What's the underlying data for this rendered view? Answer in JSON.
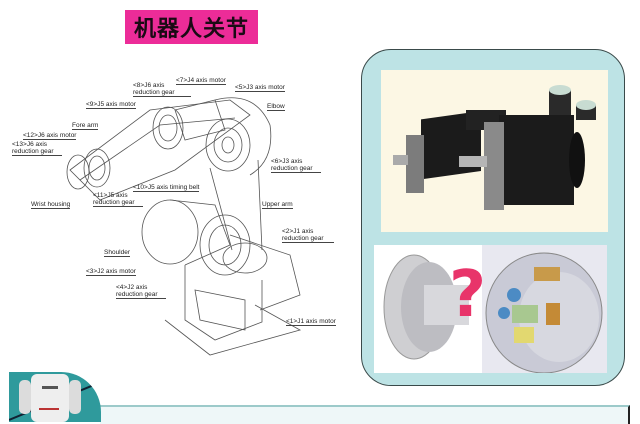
{
  "slide": {
    "title": "机器人关节",
    "title_bg_color": "#ec2c98",
    "panel_bg_color": "#bde3e5"
  },
  "diagram": {
    "labels": [
      {
        "id": "j6-reduction-gear-8",
        "text": "<8>J6 axis reduction gear"
      },
      {
        "id": "j4-axis-motor-7",
        "text": "<7>J4 axis motor"
      },
      {
        "id": "j3-axis-motor-5",
        "text": "<5>J3 axis motor"
      },
      {
        "id": "j5-axis-motor-9",
        "text": "<9>J5 axis motor"
      },
      {
        "id": "elbow",
        "text": "Elbow"
      },
      {
        "id": "fore-arm",
        "text": "Fore arm"
      },
      {
        "id": "j6-axis-motor-12",
        "text": "<12>J6 axis motor"
      },
      {
        "id": "j6-reduction-gear-13",
        "text": "<13>J6 axis reduction gear"
      },
      {
        "id": "j3-reduction-gear-6",
        "text": "<6>J3 axis reduction gear"
      },
      {
        "id": "j5-timing-belt-10",
        "text": "<10>J5 axis timing belt"
      },
      {
        "id": "wrist-housing",
        "text": "Wrist housing"
      },
      {
        "id": "j5-reduction-gear-11",
        "text": "<11>J5 axis reduction gear"
      },
      {
        "id": "upper-arm",
        "text": "Upper arm"
      },
      {
        "id": "j1-reduction-gear-2",
        "text": "<2>J1 axis reduction gear"
      },
      {
        "id": "shoulder",
        "text": "Shoulder"
      },
      {
        "id": "j2-axis-motor-3",
        "text": "<3>J2 axis motor"
      },
      {
        "id": "j2-reduction-gear-4",
        "text": "<4>J2 axis reduction gear"
      },
      {
        "id": "j1-axis-motor-1",
        "text": "<1>J1 axis motor"
      }
    ]
  },
  "images": {
    "servo_motors": "servo-motors-photo",
    "reducers": "gear-reducers-cutaway-photo",
    "question_mark": "?",
    "robot_thumbnail": "humanoid-robot-photo"
  }
}
